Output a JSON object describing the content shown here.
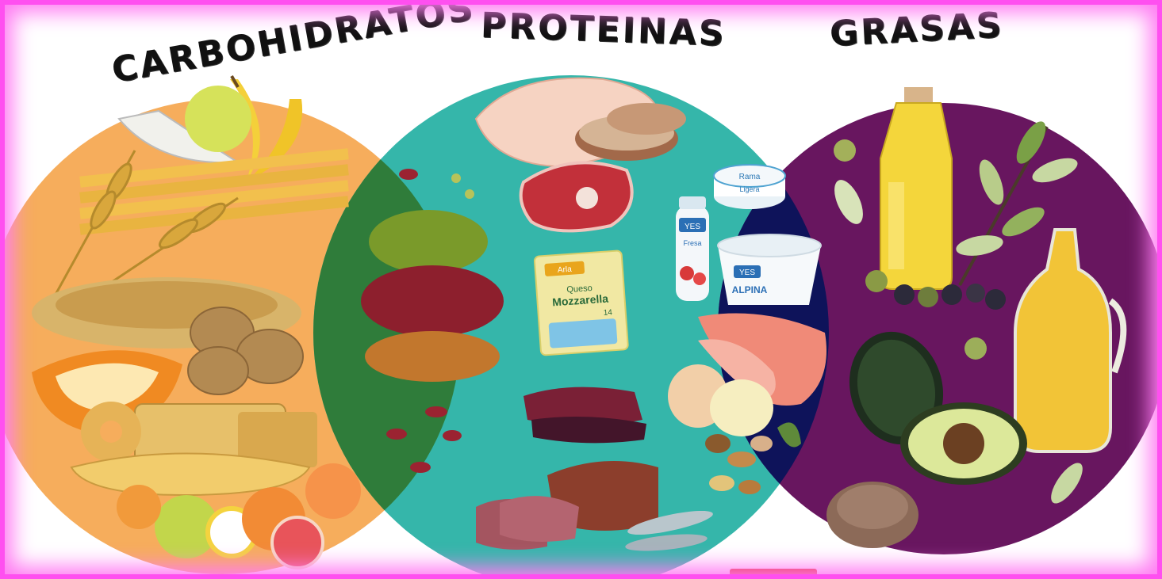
{
  "sections": {
    "carbohidratos": {
      "title": "CARBOHIDRATOS",
      "color": "#f6ad5c"
    },
    "proteinas": {
      "title": "PROTEINAS",
      "color": "#35b6aa"
    },
    "grasas": {
      "title": "GRASAS",
      "color": "#68165f"
    }
  },
  "overlaps": {
    "carb_prot": "#2f7c3a",
    "prot_gras": "#0e135a"
  },
  "products": {
    "cheese_pack": {
      "brand": "Arla",
      "line1": "Queso",
      "line2": "Mozzarella",
      "weight": "14"
    },
    "yogurt_bottle": {
      "brand": "YES",
      "label": "Fresa"
    },
    "yogurt_cup": {
      "brand": "YES",
      "label": "ALPINA"
    },
    "butter_tub": {
      "brand": "Rama",
      "label": "Ligera"
    }
  },
  "colors": {
    "frame_glow": "#ff4ff0"
  }
}
